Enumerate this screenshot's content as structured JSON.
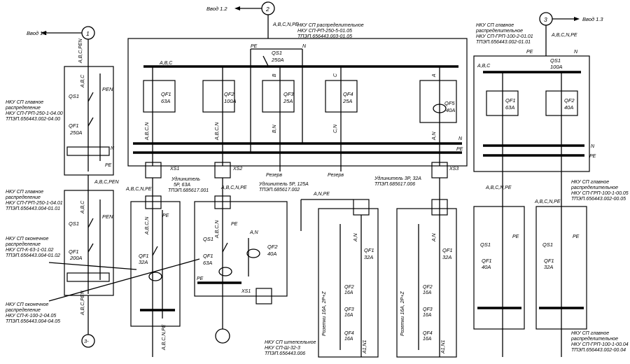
{
  "inputs": {
    "in1": {
      "num": "1",
      "label": "Ввод 1.1"
    },
    "in2": {
      "num": "2",
      "label": "Ввод 1.2"
    },
    "in3": {
      "num": "3",
      "label": "Ввод 1.3"
    },
    "in4": {
      "num": "3-"
    }
  },
  "phases": {
    "abc_pen": "A,B,C,PEN",
    "abc": "A,B,C",
    "abcn_pe": "A,B,C,N,PE",
    "abcn": "A,B,C,N",
    "abcn_slash_pe": "A,B,C,N,PE",
    "an_pe": "A,N,PE",
    "an": "A,N",
    "a": "A",
    "b": "B",
    "c": "C",
    "bn": "B,N",
    "cn": "C,N",
    "n": "N",
    "pe": "PE",
    "pen": "PEN",
    "a1n1": "A1,N1"
  },
  "panels": {
    "p1": [
      "НКУ СП главное",
      "распределение",
      "НКУ СП-ГРП-250-1-04.00",
      "ТПЭП.656443.002-04.00"
    ],
    "p2": [
      "НКУ СП главное",
      "распределение",
      "НКУ СП-ГРП-250-1-04.01",
      "ТПЭП.656443.004-01.01"
    ],
    "p3": [
      "НКУ СП оконечное",
      "распределение",
      "НКУ СП-К-63-1-01.02",
      "ТПЭП.656443.004-01.02"
    ],
    "p4": [
      "НКУ СП оконечное",
      "распределение",
      "НКУ СП-К-100-2-04.05",
      "ТПЭП.656443.004-04.05"
    ],
    "p5": [
      "НКУ СП распределительное",
      "НКУ СП-РП-250-5-01.05",
      "ТПЭП.656443.003-01.05"
    ],
    "p6": [
      "НКУ СП главное",
      "распределительное",
      "НКУ СП-ГРП-100-2-01.01",
      "ТПЭП.656443.002-01.01"
    ],
    "p7": [
      "НКУ СП главное",
      "распределительное",
      "НКУ СП-ГРП-100-1-00.05",
      "ТПЭП.656443.002-00.05"
    ],
    "p8": [
      "НКУ СП главное",
      "распределительное",
      "НКУ СП-ГРП-100-1-00.04",
      "ТПЭП.656443.002-00.04"
    ],
    "p9": [
      "НКУ СП штепсельное",
      "НКУ СП-Ш-32-3",
      "ТПЭП.656443.006"
    ]
  },
  "ext": {
    "e1": [
      "Удлинитель",
      "5P, 63A",
      "ТПЭП.685617.001"
    ],
    "e2": [
      "Удлинитель 5P, 125A",
      "ТПЭП.685617.002"
    ],
    "e3": [
      "Удлинитель 3P, 32A",
      "ТПЭП.685617.006"
    ]
  },
  "devices": {
    "qs1": "QS1",
    "qs1_250": "250A",
    "qs1_100": "100A",
    "qf1": "QF1",
    "qf2": "QF2",
    "qf3": "QF3",
    "qf4": "QF4",
    "qf5": "QF5",
    "r63": "63A",
    "r100": "100A",
    "r25": "25A",
    "r40": "40A",
    "r250": "250A",
    "r200": "200A",
    "r32": "32A",
    "r125": "125A",
    "r16": "16A",
    "xs1": "XS1",
    "xs2": "XS2",
    "xs3": "XS3",
    "rezerv": "Резерв",
    "rozetki": "Розетки 16A, 2P+Z"
  }
}
